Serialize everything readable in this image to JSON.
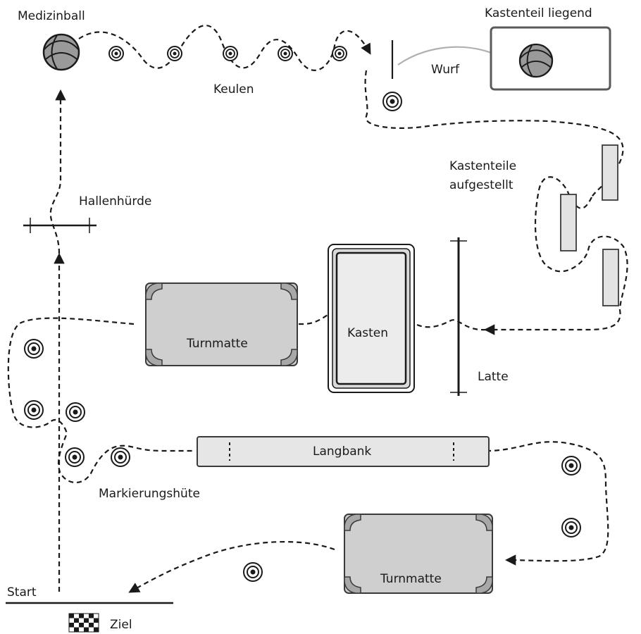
{
  "labels": {
    "medizinball": "Medizinball",
    "keulen": "Keulen",
    "kastenteil_liegend": "Kastenteil liegend",
    "wurf": "Wurf",
    "kastenteile_line1": "Kastenteile",
    "kastenteile_line2": "aufgestellt",
    "hallenhuerde": "Hallenhürde",
    "turnmatte_top": "Turnmatte",
    "kasten": "Kasten",
    "latte": "Latte",
    "langbank": "Langbank",
    "markierungshuete": "Markierungshüte",
    "turnmatte_bottom": "Turnmatte",
    "start": "Start",
    "ziel": "Ziel"
  },
  "colors": {
    "ink": "#1a1a1a",
    "mat_fill": "#cfcfcf",
    "bench_fill": "#e6e6e6",
    "throw_arrow": "#b0b0b0"
  },
  "icons": {
    "ball": "medicine-ball-icon",
    "cone": "marker-cone-icon",
    "flag": "checkered-flag-icon"
  }
}
